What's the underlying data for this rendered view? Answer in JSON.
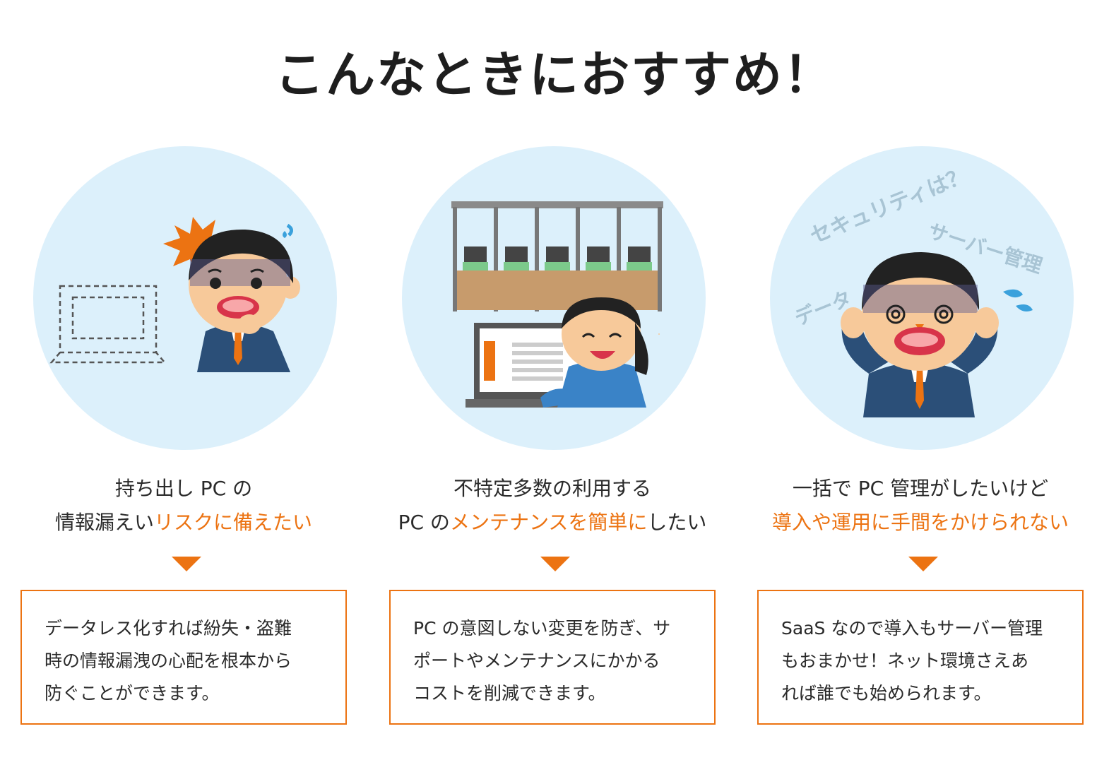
{
  "title": "こんなときにおすすめ！",
  "columns": [
    {
      "caption_line1": "持ち出し PC の",
      "caption_line2_plain": "情報漏えい",
      "caption_line2_highlight": "リスクに備えたい",
      "body": [
        "データレス化すれば紛失・盗難",
        "時の情報漏洩の心配を根本から",
        "防ぐことができます。"
      ]
    },
    {
      "caption_line1": "不特定多数の利用する",
      "caption_line2_plain_before": "PC の",
      "caption_line2_highlight": "メンテナンスを簡単に",
      "caption_line2_plain_after": "したい",
      "body": [
        "PC の意図しない変更を防ぎ、サ",
        "ポートやメンテナンスにかかる",
        "コストを削減できます。"
      ]
    },
    {
      "caption_line1": "一括で PC 管理がしたいけど",
      "caption_line2_highlight": "導入や運用に手間をかけられない",
      "body": [
        "SaaS なので導入もサーバー管理",
        "もおまかせ！ネット環境さえあ",
        "れば誰でも始められます。"
      ],
      "floating_words": [
        "セキュリティは？",
        "サーバー管理",
        "データ"
      ]
    }
  ],
  "colors": {
    "accent": "#ec7312",
    "circle": "#dcf0fb",
    "suit": "#2b4f78",
    "skin": "#f7c99a"
  }
}
